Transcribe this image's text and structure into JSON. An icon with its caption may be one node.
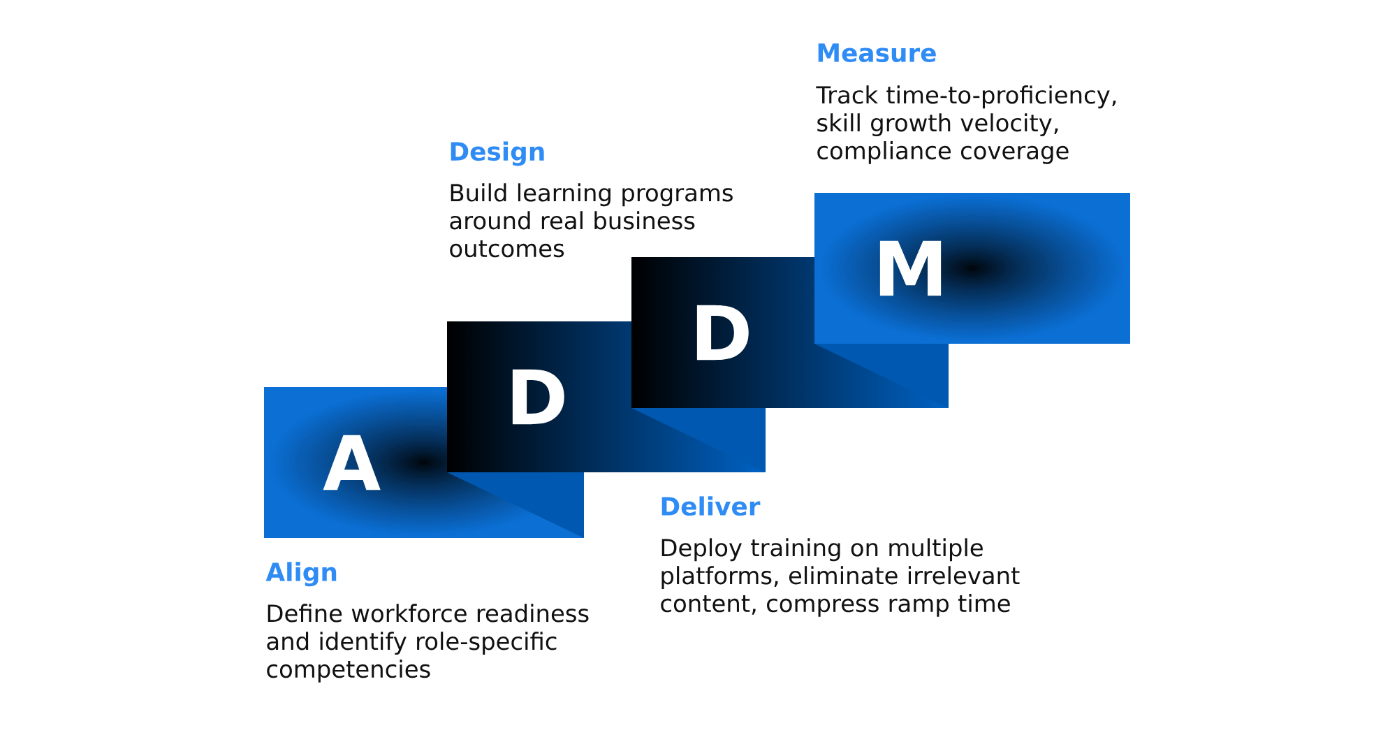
{
  "diagram": {
    "nodes": [
      {
        "text": [
          "A"
        ]
      },
      {
        "text": [
          "D"
        ]
      },
      {
        "text": [
          "D"
        ]
      },
      {
        "text": [
          "M"
        ]
      }
    ],
    "labels": [
      "Measure",
      "Track time-to-proficiency, skill growth velocity, compliance coverage",
      "Design",
      "Build learning programs around real business outcomes",
      "Deliver",
      "Deploy training on multiple platforms, eliminate irrelevant content, compress ramp time",
      "Align",
      "Define workforce readiness and identify role-specific competencies"
    ]
  }
}
